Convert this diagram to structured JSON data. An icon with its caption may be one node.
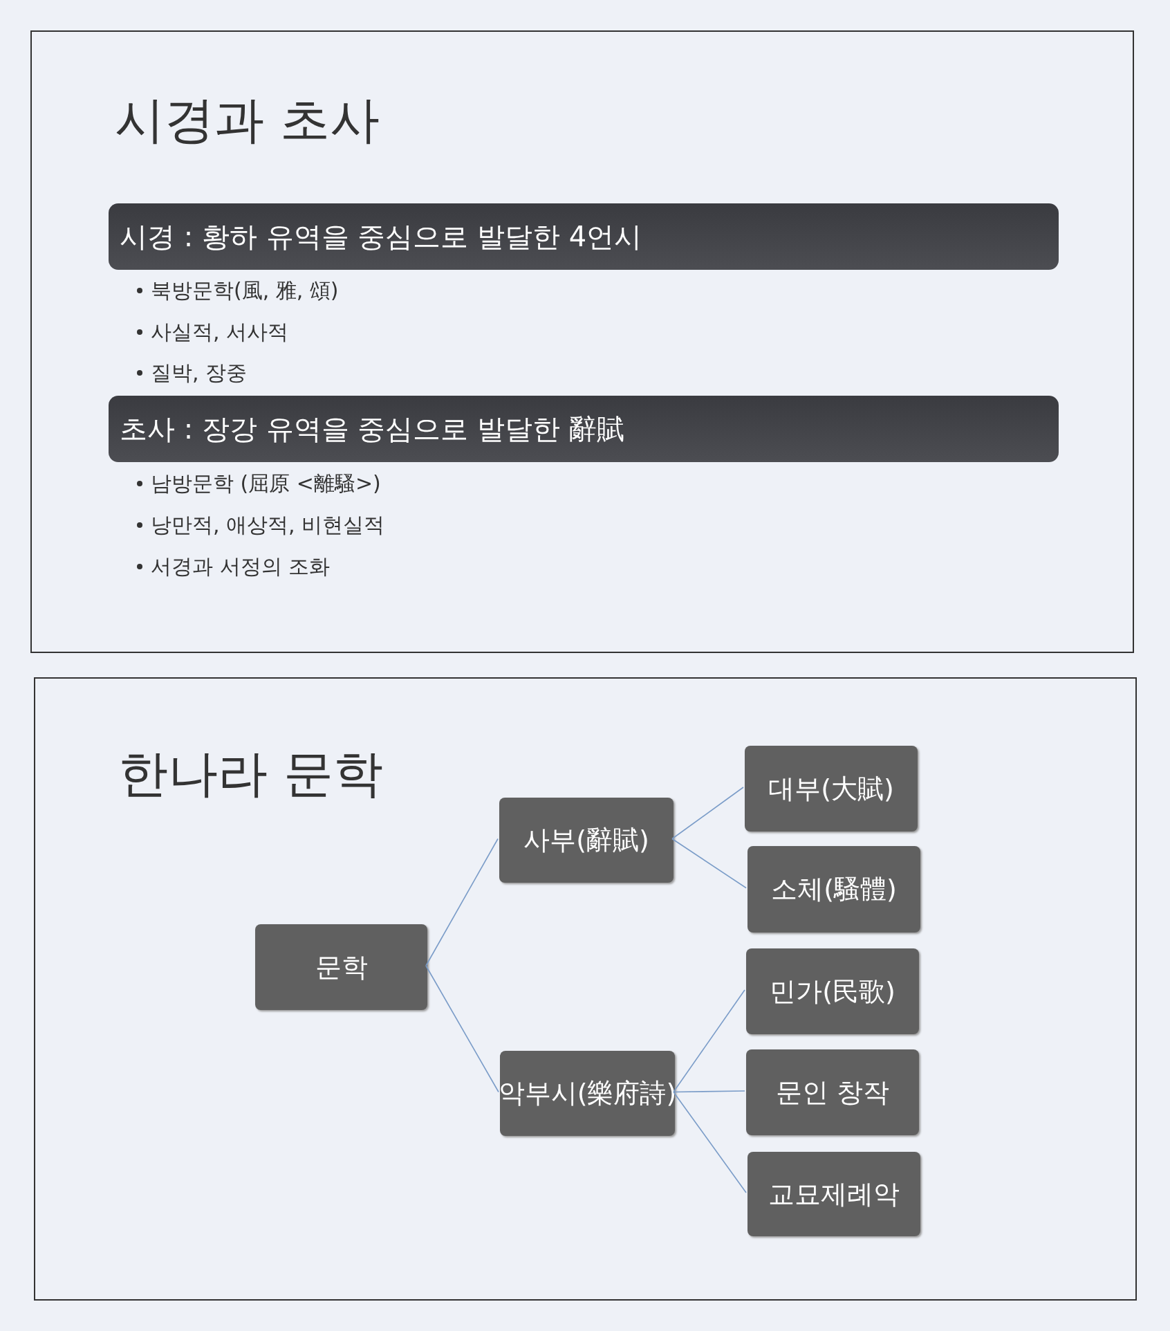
{
  "diagram": {
    "nodes": [
      {
        "text": [
          "시경과 초사"
        ]
      },
      {
        "text": [
          "시경 : 황하 유역을 중심으로 발달한 4언시"
        ],
        "in": 0
      },
      {
        "text": [
          "초사 : 장강 유역을 중심으로 발달한 辭賦"
        ],
        "in": 0
      },
      {
        "text": [
          "한나라 문학"
        ]
      },
      {
        "text": [
          "문학"
        ],
        "in": 3
      },
      {
        "text": [
          "사부(辭賦)"
        ],
        "in": 3
      },
      {
        "text": [
          "악부시(樂府詩)"
        ],
        "in": 3
      },
      {
        "text": [
          "대부(大賦)"
        ],
        "in": 3
      },
      {
        "text": [
          "소체(騷體)"
        ],
        "in": 3
      },
      {
        "text": [
          "민가(民歌)"
        ],
        "in": 3
      },
      {
        "text": [
          "문인 창작"
        ],
        "in": 3
      },
      {
        "text": [
          "교묘제례악"
        ],
        "in": 3
      }
    ],
    "edges": [
      {
        "from": 4,
        "to": 5,
        "arrow": "none"
      },
      {
        "from": 4,
        "to": 6,
        "arrow": "none"
      },
      {
        "from": 5,
        "to": 7,
        "arrow": "none"
      },
      {
        "from": 5,
        "to": 8,
        "arrow": "none"
      },
      {
        "from": 6,
        "to": 9,
        "arrow": "none"
      },
      {
        "from": 6,
        "to": 10,
        "arrow": "none"
      },
      {
        "from": 6,
        "to": 11,
        "arrow": "none"
      }
    ],
    "labels": [
      "북방문학(風, 雅, 頌)",
      "사실적, 서사적",
      "질박, 장중",
      "남방문학 (屈原 <離騷>)",
      "낭만적, 애상적, 비현실적",
      "서경과 서정의 조화"
    ]
  }
}
